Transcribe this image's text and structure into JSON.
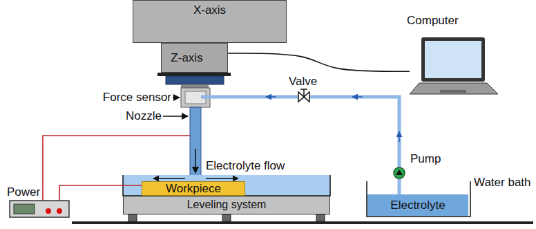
{
  "diagram": {
    "nodes": [
      {
        "text": [
          "X-axis"
        ]
      },
      {
        "text": [
          "Z-axis"
        ]
      },
      {
        "text": [
          "Computer"
        ]
      },
      {
        "text": [
          "Power"
        ]
      },
      {
        "text": [
          "Workpiece"
        ]
      },
      {
        "text": [
          "Leveling system"
        ]
      },
      {
        "text": [
          "Water bath"
        ]
      },
      {
        "text": [
          "Electrolyte"
        ],
        "in": 6
      }
    ],
    "edges": [
      {
        "from": 1,
        "to": 2,
        "arrow": "none"
      },
      {
        "from": 3,
        "to": 4,
        "arrow": "none"
      }
    ],
    "labels": [
      "Force sensor",
      "Nozzle",
      "Valve",
      "Electrolyte flow",
      "Pump"
    ]
  }
}
